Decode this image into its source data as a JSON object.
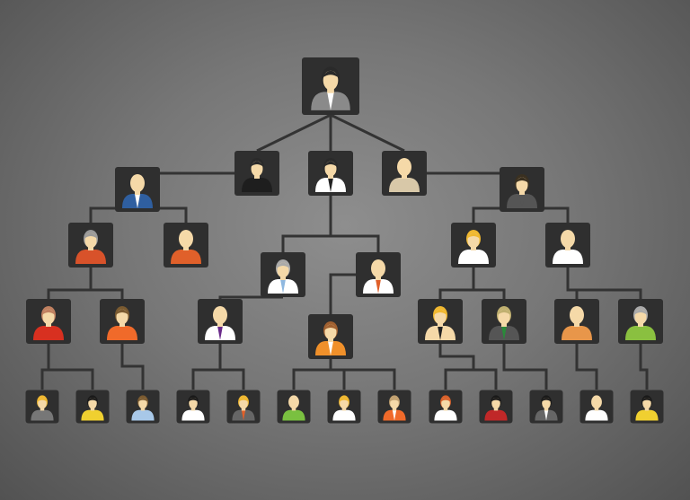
{
  "colors": {
    "box": "#2f2f2f",
    "line": "#333333",
    "skin": "#f5d9a8"
  },
  "nodes": [
    {
      "id": "root",
      "parent": null,
      "hair": "#2a2a2a",
      "shirt": "#8a8a8a",
      "collar": "#ffffff"
    },
    {
      "id": "a",
      "parent": "root",
      "hair": "#2a2a2a",
      "shirt": "#1e1e1e",
      "collar": "#1e1e1e"
    },
    {
      "id": "b",
      "parent": "root",
      "hair": "#2a2a2a",
      "shirt": "#ffffff",
      "collar": "#222222"
    },
    {
      "id": "c",
      "parent": "root",
      "hair": "#f5d9a8",
      "shirt": "#d8c8a8",
      "collar": "#d8c8a8"
    },
    {
      "id": "d",
      "parent": "a",
      "hair": "#f5d9a8",
      "shirt": "#2f5fa0",
      "collar": "#ffffff"
    },
    {
      "id": "e",
      "parent": "c",
      "hair": "#3a3020",
      "shirt": "#555555",
      "collar": "#555555"
    },
    {
      "id": "f",
      "parent": "d",
      "hair": "#9a9a9a",
      "shirt": "#d8522a",
      "collar": "#d8522a"
    },
    {
      "id": "g",
      "parent": "d",
      "hair": "#f5d9a8",
      "shirt": "#e0602a",
      "collar": "#e0602a"
    },
    {
      "id": "h",
      "parent": "b",
      "hair": "#aaaaaa",
      "shirt": "#ffffff",
      "collar": "#8fb8e0"
    },
    {
      "id": "i",
      "parent": "b",
      "hair": "#f5d9a8",
      "shirt": "#ffffff",
      "collar": "#e0602a"
    },
    {
      "id": "j",
      "parent": "e",
      "hair": "#f0b830",
      "shirt": "#ffffff",
      "collar": "#ffffff"
    },
    {
      "id": "k",
      "parent": "e",
      "hair": "#f5d9a8",
      "shirt": "#ffffff",
      "collar": "#ffffff"
    },
    {
      "id": "l",
      "parent": "f",
      "hair": "#c08060",
      "shirt": "#d83020",
      "collar": "#d83020"
    },
    {
      "id": "m",
      "parent": "f",
      "hair": "#7a5a30",
      "shirt": "#f06a2a",
      "collar": "#f06a2a"
    },
    {
      "id": "n",
      "parent": "h",
      "hair": "#f5d9a8",
      "shirt": "#ffffff",
      "collar": "#6a2a8a"
    },
    {
      "id": "o",
      "parent": "i",
      "hair": "#a06030",
      "shirt": "#f0902a",
      "collar": "#ffffff"
    },
    {
      "id": "p",
      "parent": "j",
      "hair": "#f0b830",
      "shirt": "#f5d9a8",
      "collar": "#222222"
    },
    {
      "id": "q",
      "parent": "j",
      "hair": "#c0b070",
      "shirt": "#555555",
      "collar": "#2a8a3a"
    },
    {
      "id": "r",
      "parent": "k",
      "hair": "#f5d9a8",
      "shirt": "#e8964a",
      "collar": "#e8964a"
    },
    {
      "id": "s",
      "parent": "k",
      "hair": "#aaaaaa",
      "shirt": "#8ac040",
      "collar": "#8ac040"
    },
    {
      "id": "t1",
      "parent": "l",
      "hair": "#f0b830",
      "shirt": "#777777",
      "collar": "#777777"
    },
    {
      "id": "t2",
      "parent": "l",
      "hair": "#1a1a1a",
      "shirt": "#f0d030",
      "collar": "#f0d030"
    },
    {
      "id": "t3",
      "parent": "m",
      "hair": "#7a5a30",
      "shirt": "#a8c8e8",
      "collar": "#a8c8e8"
    },
    {
      "id": "t4",
      "parent": "n",
      "hair": "#1a1a1a",
      "shirt": "#ffffff",
      "collar": "#ffffff"
    },
    {
      "id": "t5",
      "parent": "n",
      "hair": "#f0b830",
      "shirt": "#666666",
      "collar": "#e0602a"
    },
    {
      "id": "t6",
      "parent": "o",
      "hair": "#f5d9a8",
      "shirt": "#7ac040",
      "collar": "#7ac040"
    },
    {
      "id": "t7",
      "parent": "o",
      "hair": "#f0b830",
      "shirt": "#ffffff",
      "collar": "#ffffff"
    },
    {
      "id": "t8",
      "parent": "o",
      "hair": "#c0a070",
      "shirt": "#f06a2a",
      "collar": "#ffffff"
    },
    {
      "id": "t9",
      "parent": "p",
      "hair": "#d8602a",
      "shirt": "#ffffff",
      "collar": "#ffffff"
    },
    {
      "id": "t10",
      "parent": "p",
      "hair": "#1a1a1a",
      "shirt": "#c02828",
      "collar": "#c02828"
    },
    {
      "id": "t11",
      "parent": "q",
      "hair": "#1a1a1a",
      "shirt": "#666666",
      "collar": "#ffffff"
    },
    {
      "id": "t12",
      "parent": "r",
      "hair": "#f5d9a8",
      "shirt": "#ffffff",
      "collar": "#ffffff"
    },
    {
      "id": "t13",
      "parent": "s",
      "hair": "#1a1a1a",
      "shirt": "#f0d030",
      "collar": "#f0d030"
    }
  ]
}
